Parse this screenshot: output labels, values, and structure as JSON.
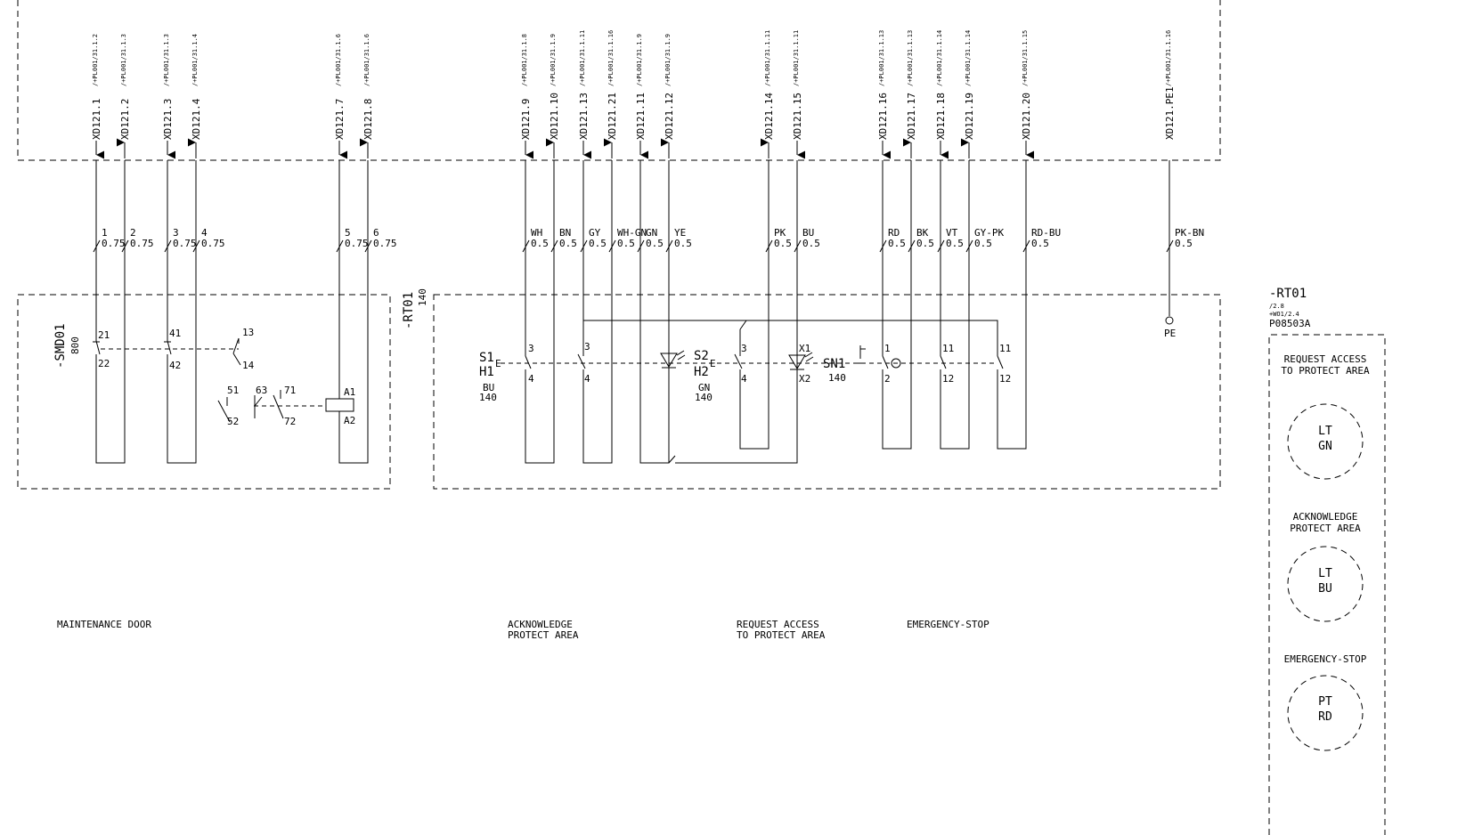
{
  "terminals": [
    {
      "id": "t1",
      "label": "XD121.1",
      "ref": "/+PL001/31.1.2",
      "dir": "down"
    },
    {
      "id": "t2",
      "label": "XD121.2",
      "ref": "/+PL001/31.1.3",
      "dir": "up"
    },
    {
      "id": "t3",
      "label": "XD121.3",
      "ref": "/+PL001/31.1.3",
      "dir": "down"
    },
    {
      "id": "t4",
      "label": "XD121.4",
      "ref": "/+PL001/31.1.4",
      "dir": "up"
    },
    {
      "id": "t5",
      "label": "XD121.7",
      "ref": "/+PL001/31.1.6",
      "dir": "down"
    },
    {
      "id": "t6",
      "label": "XD121.8",
      "ref": "/+PL001/31.1.6",
      "dir": "up"
    },
    {
      "id": "t7",
      "label": "XD121.9",
      "ref": "/+PL001/31.1.8",
      "dir": "down"
    },
    {
      "id": "t8",
      "label": "XD121.10",
      "ref": "/+PL001/31.1.9",
      "dir": "up"
    },
    {
      "id": "t9",
      "label": "XD121.13",
      "ref": "/+PL001/31.1.11",
      "dir": "down"
    },
    {
      "id": "t10",
      "label": "XD121.21",
      "ref": "/+PL001/31.1.16",
      "dir": "up"
    },
    {
      "id": "t11",
      "label": "XD121.11",
      "ref": "/+PL001/31.1.9",
      "dir": "down"
    },
    {
      "id": "t12",
      "label": "XD121.12",
      "ref": "/+PL001/31.1.9",
      "dir": "up"
    },
    {
      "id": "t13",
      "label": "XD121.14",
      "ref": "/+PL001/31.1.11",
      "dir": "up"
    },
    {
      "id": "t14",
      "label": "XD121.15",
      "ref": "/+PL001/31.1.11",
      "dir": "down"
    },
    {
      "id": "t15",
      "label": "XD121.16",
      "ref": "/+PL001/31.1.13",
      "dir": "down"
    },
    {
      "id": "t16",
      "label": "XD121.17",
      "ref": "/+PL001/31.1.13",
      "dir": "up"
    },
    {
      "id": "t17",
      "label": "XD121.18",
      "ref": "/+PL001/31.1.14",
      "dir": "down"
    },
    {
      "id": "t18",
      "label": "XD121.19",
      "ref": "/+PL001/31.1.14",
      "dir": "up"
    },
    {
      "id": "t19",
      "label": "XD121.20",
      "ref": "/+PL001/31.1.15",
      "dir": "down"
    },
    {
      "id": "t20",
      "label": "XD121.PE1",
      "ref": "/+PL001/31.1.16",
      "dir": "none"
    }
  ],
  "wires": [
    {
      "t": "t1",
      "name": "1",
      "size": "0.75"
    },
    {
      "t": "t2",
      "name": "2",
      "size": "0.75"
    },
    {
      "t": "t3",
      "name": "3",
      "size": "0.75"
    },
    {
      "t": "t4",
      "name": "4",
      "size": "0.75"
    },
    {
      "t": "t5",
      "name": "5",
      "size": "0.75"
    },
    {
      "t": "t6",
      "name": "6",
      "size": "0.75"
    },
    {
      "t": "t7",
      "name": "WH",
      "size": "0.5"
    },
    {
      "t": "t8",
      "name": "BN",
      "size": "0.5"
    },
    {
      "t": "t9",
      "name": "GY",
      "size": "0.5"
    },
    {
      "t": "t10",
      "name": "WH-GN",
      "size": "0.5"
    },
    {
      "t": "t11",
      "name": "GN",
      "size": "0.5"
    },
    {
      "t": "t12",
      "name": "YE",
      "size": "0.5"
    },
    {
      "t": "t13",
      "name": "PK",
      "size": "0.5"
    },
    {
      "t": "t14",
      "name": "BU",
      "size": "0.5"
    },
    {
      "t": "t15",
      "name": "RD",
      "size": "0.5"
    },
    {
      "t": "t16",
      "name": "BK",
      "size": "0.5"
    },
    {
      "t": "t17",
      "name": "VT",
      "size": "0.5"
    },
    {
      "t": "t18",
      "name": "GY-PK",
      "size": "0.5"
    },
    {
      "t": "t19",
      "name": "RD-BU",
      "size": "0.5"
    },
    {
      "t": "t20",
      "name": "PK-BN",
      "size": "0.5"
    }
  ],
  "smd": {
    "name": "-SMD01",
    "num": "800",
    "pins": {
      "p21": "21",
      "p22": "22",
      "p41": "41",
      "p42": "42",
      "p13": "13",
      "p14": "14",
      "p51": "51",
      "p52": "52",
      "p63": "63",
      "p71": "71",
      "p72": "72",
      "a1": "A1",
      "a2": "A2"
    }
  },
  "rt_box": {
    "name": "-RT01",
    "num": "140",
    "pe": "PE",
    "s1": "S1",
    "h1": "H1",
    "s1_color": "BU",
    "s1_num": "140",
    "s2": "S2",
    "h2": "H2",
    "s2_color": "GN",
    "s2_num": "140",
    "sn1": "SN1",
    "sn1_num": "140",
    "e": "E",
    "pins": {
      "p3a": "3",
      "p4a": "4",
      "p3b": "3",
      "p4b": "4",
      "p3c": "3",
      "p4c": "4",
      "x1": "X1",
      "x2": "X2",
      "p1": "1",
      "p2": "2",
      "p11a": "11",
      "p12a": "12",
      "p11b": "11",
      "p12b": "12"
    }
  },
  "captions": {
    "maintenance": "MAINTENANCE DOOR",
    "ack1": "ACKNOWLEDGE",
    "ack2": "PROTECT AREA",
    "req1": "REQUEST ACCESS",
    "req2": "TO PROTECT AREA",
    "estop": "EMERGENCY-STOP"
  },
  "panel": {
    "title": "-RT01",
    "ref1": "/2.8",
    "ref2": "+WO1/2.4",
    "part": "P08503A",
    "b1l1": "REQUEST ACCESS",
    "b1l2": "TO PROTECT AREA",
    "b1c1": "LT",
    "b1c2": "GN",
    "b2l1": "ACKNOWLEDGE",
    "b2l2": "PROTECT AREA",
    "b2c1": "LT",
    "b2c2": "BU",
    "b3l1": "EMERGENCY-STOP",
    "b3c1": "PT",
    "b3c2": "RD"
  }
}
